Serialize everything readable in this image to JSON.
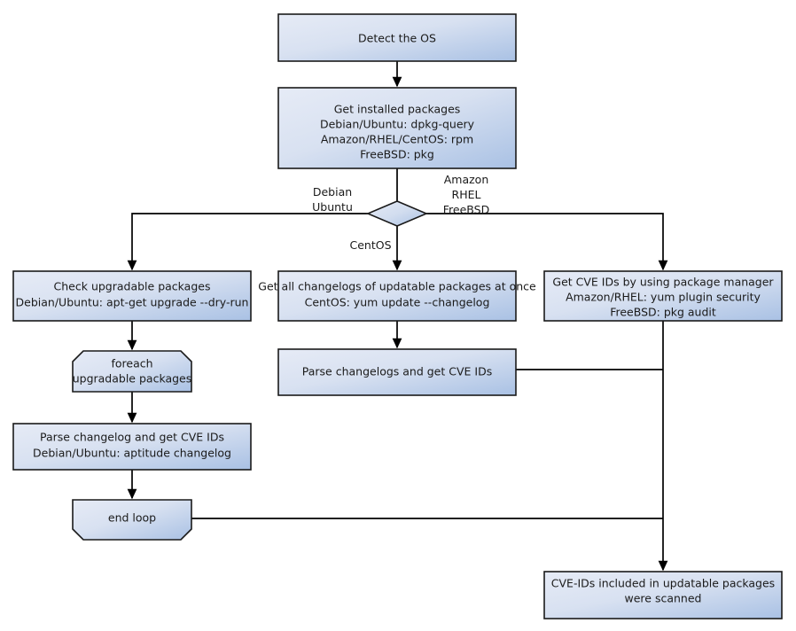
{
  "diagram": {
    "title": "OS package CVE scanning flow",
    "colors": {
      "fill_light": "#e2e8f4",
      "fill_dark": "#a8c0e4",
      "stroke": "#1a1a1a",
      "connector": "#000000",
      "text": "#1a1a1a",
      "background": "#ffffff"
    },
    "nodes": [
      {
        "id": "detect-os",
        "shape": "rect",
        "lines": [
          "Detect the OS"
        ]
      },
      {
        "id": "get-installed-packages",
        "shape": "rect",
        "lines": [
          "Get installed packages",
          "Debian/Ubuntu: dpkg-query",
          "Amazon/RHEL/CentOS: rpm",
          "FreeBSD: pkg"
        ]
      },
      {
        "id": "os-decision",
        "shape": "diamond",
        "lines": []
      },
      {
        "id": "check-upgradable-packages",
        "shape": "rect",
        "lines": [
          "Check upgradable packages",
          "Debian/Ubuntu: apt-get upgrade --dry-run"
        ]
      },
      {
        "id": "get-all-changelogs",
        "shape": "rect",
        "lines": [
          "Get all changelogs of updatable packages at once",
          "CentOS: yum update --changelog"
        ]
      },
      {
        "id": "get-cve-ids-package-manager",
        "shape": "rect",
        "lines": [
          "Get CVE IDs by using package manager",
          "Amazon/RHEL: yum plugin security",
          "FreeBSD: pkg audit"
        ]
      },
      {
        "id": "loop-start",
        "shape": "loop-start",
        "lines": [
          "foreach",
          "upgradable  packages"
        ]
      },
      {
        "id": "parse-changelogs-center",
        "shape": "rect",
        "lines": [
          "Parse changelogs and get CVE IDs"
        ]
      },
      {
        "id": "parse-changelog-left",
        "shape": "rect",
        "lines": [
          "Parse changelog and get  CVE IDs",
          "Debian/Ubuntu: aptitude changelog"
        ]
      },
      {
        "id": "loop-end",
        "shape": "loop-end",
        "lines": [
          "end loop"
        ]
      },
      {
        "id": "scan-complete",
        "shape": "rect",
        "lines": [
          "CVE-IDs included in updatable packages",
          "were scanned"
        ]
      }
    ],
    "edge_labels": [
      {
        "id": "label-debian-ubuntu",
        "lines": [
          "Debian",
          "Ubuntu"
        ]
      },
      {
        "id": "label-amazon-rhel-freebsd",
        "lines": [
          "Amazon",
          "RHEL",
          "FreeBSD"
        ]
      },
      {
        "id": "label-centos",
        "lines": [
          "CentOS"
        ]
      }
    ]
  }
}
